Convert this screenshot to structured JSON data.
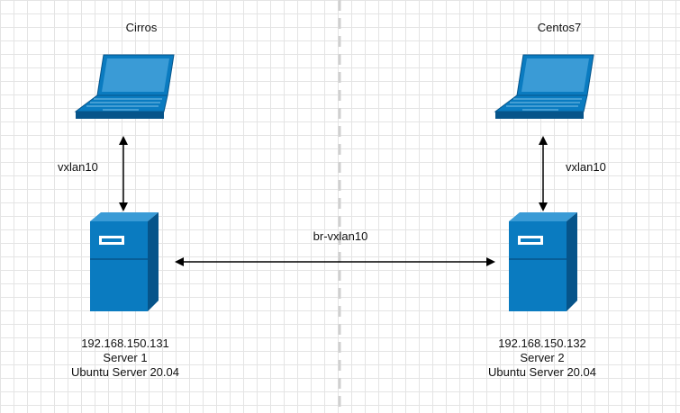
{
  "left": {
    "client_label": "Cirros",
    "link_label": "vxlan10",
    "ip": "192.168.150.131",
    "name": "Server 1",
    "os": "Ubuntu Server 20.04"
  },
  "right": {
    "client_label": "Centos7",
    "link_label": "vxlan10",
    "ip": "192.168.150.132",
    "name": "Server 2",
    "os": "Ubuntu Server 20.04"
  },
  "bridge_label": "br-vxlan10",
  "colors": {
    "device_fill": "#0a7bc0",
    "device_dark": "#06548a",
    "device_light": "#3a9bd6",
    "line": "#000000",
    "divider": "#d0d0d0"
  }
}
